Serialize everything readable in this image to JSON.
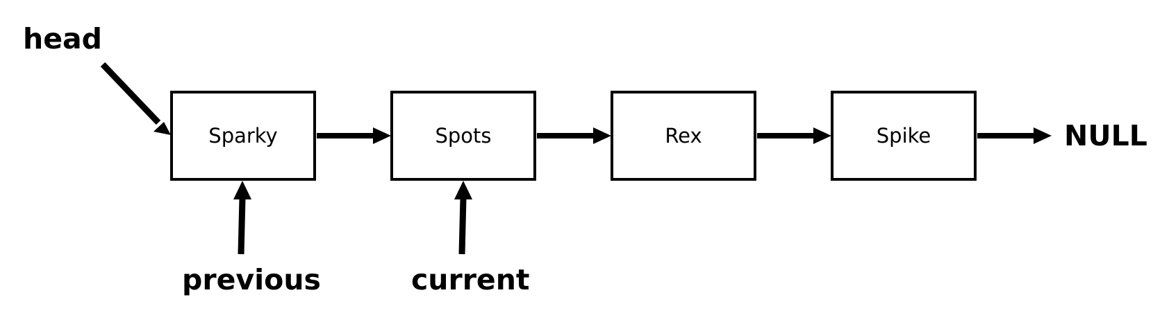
{
  "nodes": [
    "Sparky",
    "Spots",
    "Rex",
    "Spike"
  ],
  "labels": {
    "head": "head",
    "previous": "previous",
    "current": "current",
    "null": "NULL"
  },
  "colors": {
    "stroke": "#000000",
    "background": "#ffffff"
  }
}
